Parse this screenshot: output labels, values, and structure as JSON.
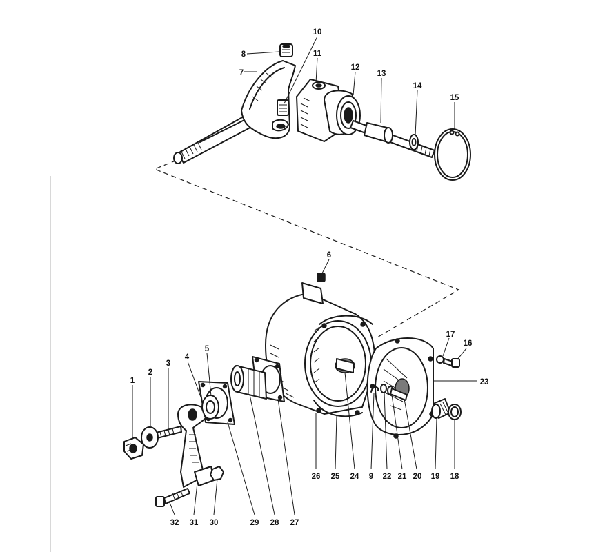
{
  "diagram": {
    "callouts": [
      {
        "id": "c1",
        "text": "1"
      },
      {
        "id": "c2",
        "text": "2"
      },
      {
        "id": "c3",
        "text": "3"
      },
      {
        "id": "c4",
        "text": "4"
      },
      {
        "id": "c5",
        "text": "5"
      },
      {
        "id": "c6",
        "text": "6"
      },
      {
        "id": "c7",
        "text": "7"
      },
      {
        "id": "c8",
        "text": "8"
      },
      {
        "id": "c9",
        "text": "9"
      },
      {
        "id": "c10",
        "text": "10"
      },
      {
        "id": "c11",
        "text": "11"
      },
      {
        "id": "c12",
        "text": "12"
      },
      {
        "id": "c13",
        "text": "13"
      },
      {
        "id": "c14",
        "text": "14"
      },
      {
        "id": "c15",
        "text": "15"
      },
      {
        "id": "c16",
        "text": "16"
      },
      {
        "id": "c17",
        "text": "17"
      },
      {
        "id": "c18",
        "text": "18"
      },
      {
        "id": "c19",
        "text": "19"
      },
      {
        "id": "c20",
        "text": "20"
      },
      {
        "id": "c21",
        "text": "21"
      },
      {
        "id": "c22",
        "text": "22"
      },
      {
        "id": "c23",
        "text": "23"
      },
      {
        "id": "c24",
        "text": "24"
      },
      {
        "id": "c25",
        "text": "25"
      },
      {
        "id": "c26",
        "text": "26"
      },
      {
        "id": "c27",
        "text": "27"
      },
      {
        "id": "c28",
        "text": "28"
      },
      {
        "id": "c29",
        "text": "29"
      },
      {
        "id": "c30",
        "text": "30"
      },
      {
        "id": "c31",
        "text": "31"
      },
      {
        "id": "c32",
        "text": "32"
      }
    ]
  }
}
